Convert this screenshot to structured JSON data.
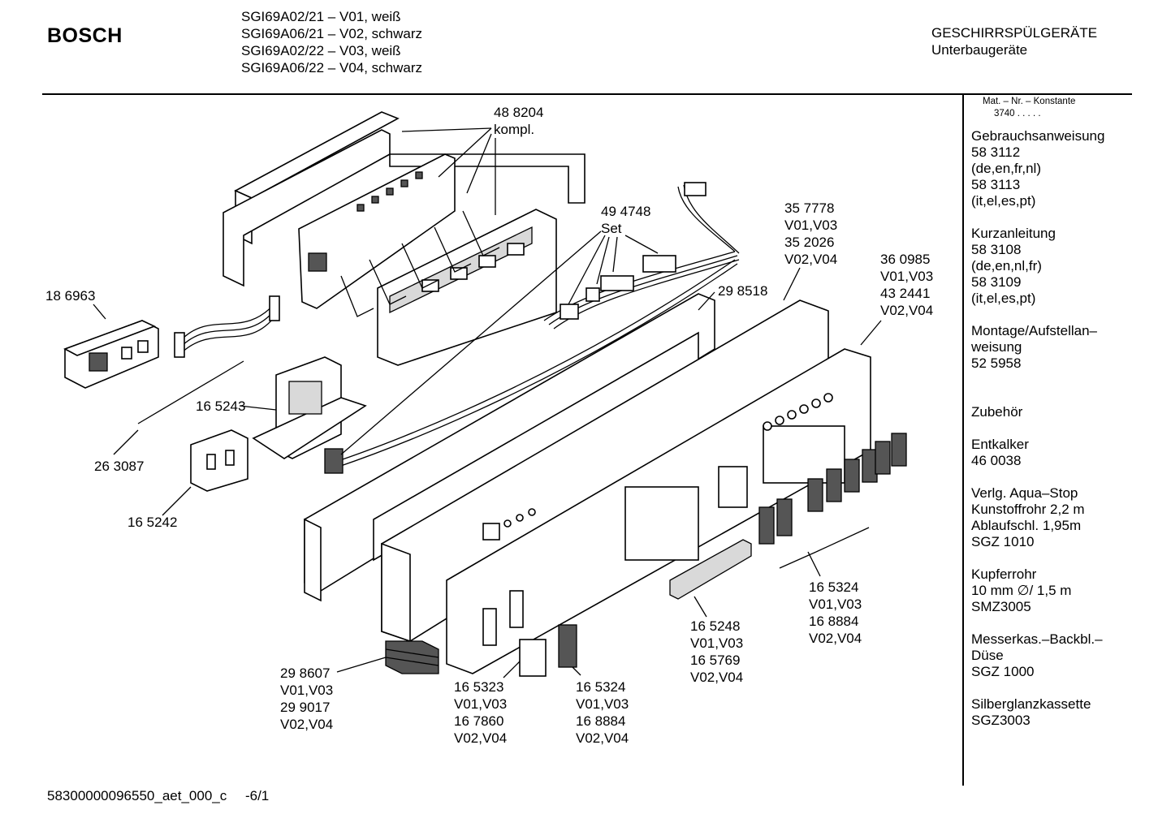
{
  "header": {
    "brand": "BOSCH",
    "models": [
      "SGI69A02/21 – V01, weiß",
      "SGI69A06/21 – V02, schwarz",
      "SGI69A02/22 – V03, weiß",
      "SGI69A06/22 – V04, schwarz"
    ],
    "category": "GESCHIRRSPÜLGERÄTE",
    "subcategory": "Unterbaugeräte"
  },
  "sidebar": {
    "mat_label": "Mat. – Nr. – Konstante",
    "mat_constant": "3740 . . . . .",
    "groups": [
      {
        "lines": [
          "Gebrauchsanweisung",
          "58 3112",
          "(de,en,fr,nl)",
          "58 3113",
          "(it,el,es,pt)"
        ]
      },
      {
        "lines": [
          "Kurzanleitung",
          "58 3108",
          "(de,en,nl,fr)",
          "58 3109",
          "(it,el,es,pt)"
        ]
      },
      {
        "lines": [
          "Montage/Aufstellan–",
          "weisung",
          "52 5958"
        ]
      },
      {
        "lines": [
          "Zubehör"
        ]
      },
      {
        "lines": [
          "Entkalker",
          "46 0038"
        ]
      },
      {
        "lines": [
          "Verlg. Aqua–Stop",
          "Kunstoffrohr 2,2 m",
          "Ablaufschl. 1,95m",
          "SGZ 1010"
        ]
      },
      {
        "lines": [
          "Kupferrohr",
          "10 mm ∅/ 1,5 m",
          "SMZ3005"
        ]
      },
      {
        "lines": [
          "Messerkas.–Backbl.–",
          "Düse",
          "SGZ 1000"
        ]
      },
      {
        "lines": [
          "Silberglanzkassette",
          "SGZ3003"
        ]
      }
    ]
  },
  "parts": [
    {
      "id": "p488204",
      "lines": [
        "48 8204",
        "kompl."
      ]
    },
    {
      "id": "p494748",
      "lines": [
        "49 4748",
        "Set"
      ]
    },
    {
      "id": "p357778",
      "lines": [
        "35 7778",
        "V01,V03",
        "35 2026",
        "V02,V04"
      ]
    },
    {
      "id": "p360985",
      "lines": [
        "36 0985",
        "V01,V03",
        "43 2441",
        "V02,V04"
      ]
    },
    {
      "id": "p186963",
      "lines": [
        "18 6963"
      ]
    },
    {
      "id": "p298518",
      "lines": [
        "29 8518"
      ]
    },
    {
      "id": "p165243",
      "lines": [
        "16 5243"
      ]
    },
    {
      "id": "p263087",
      "lines": [
        "26 3087"
      ]
    },
    {
      "id": "p165242",
      "lines": [
        "16 5242"
      ]
    },
    {
      "id": "p165324a",
      "lines": [
        "16 5324",
        "V01,V03",
        "16 8884",
        "V02,V04"
      ]
    },
    {
      "id": "p165248",
      "lines": [
        "16 5248",
        "V01,V03",
        "16 5769",
        "V02,V04"
      ]
    },
    {
      "id": "p298607",
      "lines": [
        "29 8607",
        "V01,V03",
        "29 9017",
        "V02,V04"
      ]
    },
    {
      "id": "p165323",
      "lines": [
        "16 5323",
        "V01,V03",
        "16 7860",
        "V02,V04"
      ]
    },
    {
      "id": "p165324b",
      "lines": [
        "16 5324",
        "V01,V03",
        "16 8884",
        "V02,V04"
      ]
    }
  ],
  "footer": {
    "doc_id": "58300000096550_aet_000_c",
    "page": "-6/1"
  }
}
